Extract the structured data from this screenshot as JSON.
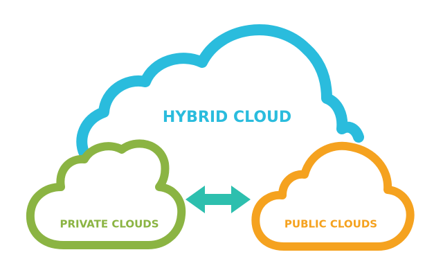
{
  "diagram": {
    "hybrid": {
      "label": "HYBRID CLOUD",
      "color": "#2ABCDD"
    },
    "private": {
      "label": "PRIVATE CLOUDS",
      "color": "#8BB443"
    },
    "public": {
      "label": "PUBLIC CLOUDS",
      "color": "#F5A21F"
    },
    "connector": {
      "icon": "double-arrow-icon",
      "color": "#2DBFAE"
    }
  }
}
